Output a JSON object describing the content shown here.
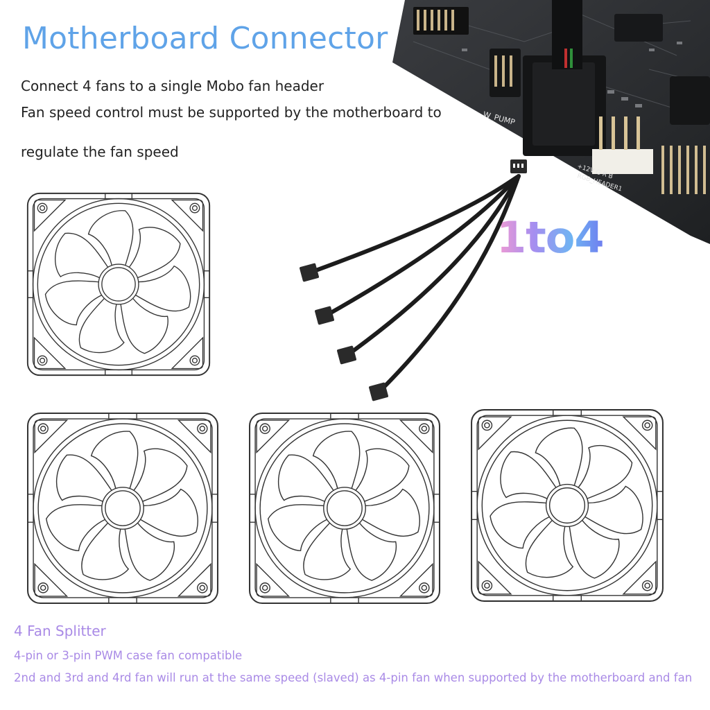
{
  "header": {
    "title": "Motherboard Connector",
    "lines": [
      "Connect 4 fans to a single Mobo fan header",
      "Fan speed control must be supported by the motherboard to",
      "regulate the  fan speed"
    ]
  },
  "badge": {
    "text": "1to4"
  },
  "board_labels": {
    "pump": "W_PUMP",
    "rgb_pins": "+12V G R B",
    "rgb_header": "RGB_HEADER1"
  },
  "footer": {
    "heading": "4 Fan Splitter",
    "line1": "4-pin or 3-pin PWM case fan compatible",
    "line2": "2nd and 3rd and 4rd fan will run at the same speed (slaved) as 4-pin fan when supported by the motherboard and fan"
  },
  "colors": {
    "title": "#5fa3e8",
    "footer": "#a98ae6",
    "body_text": "#222222",
    "board": "#2b2d30"
  },
  "icons": [
    "fan-icon",
    "splitter-cable-icon",
    "motherboard-photo"
  ]
}
